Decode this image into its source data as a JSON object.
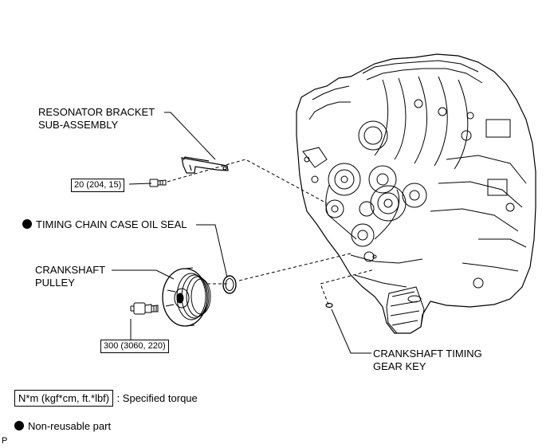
{
  "labels": {
    "resonator_bracket": [
      "RESONATOR BRACKET",
      "SUB-ASSEMBLY"
    ],
    "timing_chain_seal": "TIMING CHAIN CASE OIL SEAL",
    "crankshaft_pulley": [
      "CRANKSHAFT",
      "PULLEY"
    ],
    "crankshaft_key": [
      "CRANKSHAFT TIMING",
      "GEAR KEY"
    ]
  },
  "torque": {
    "bracket_bolt": "20 (204, 15)",
    "pulley_bolt": "300 (3060, 220)"
  },
  "legend": {
    "torque_unit": "N*m (kgf*cm, ft.*lbf)",
    "torque_desc": ": Specified torque",
    "nonreusable": "Non-reusable part"
  },
  "corner_mark": "P",
  "icons": {
    "nonreusable_marker": "filled-circle-icon"
  }
}
